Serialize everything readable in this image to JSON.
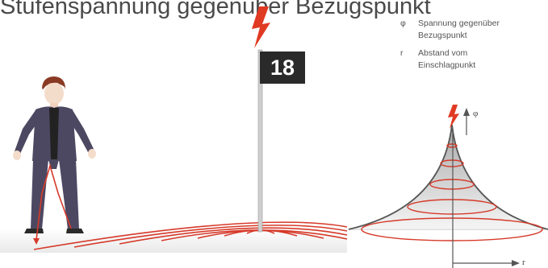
{
  "header_text": "Stufenspannung gegenüber Bezugspunkt",
  "flag_number": "18",
  "legend": [
    {
      "symbol": "φ",
      "description": "Spannung gegenüber\nBezugspunkt"
    },
    {
      "symbol": "r",
      "description": "Abstand vom\nEinschlagpunkt"
    }
  ],
  "axes": {
    "y_symbol": "φ",
    "x_symbol": "r"
  },
  "colors": {
    "ground_rings": "#d63a2a",
    "lightning": "#e03a22",
    "flag": "#2a2a2a",
    "suit": "#4d4862",
    "funnel_fill": "#c8c8c8"
  },
  "icons": [
    "lightning-bolt-icon",
    "person-figure",
    "flagpole",
    "potential-funnel-graph"
  ]
}
